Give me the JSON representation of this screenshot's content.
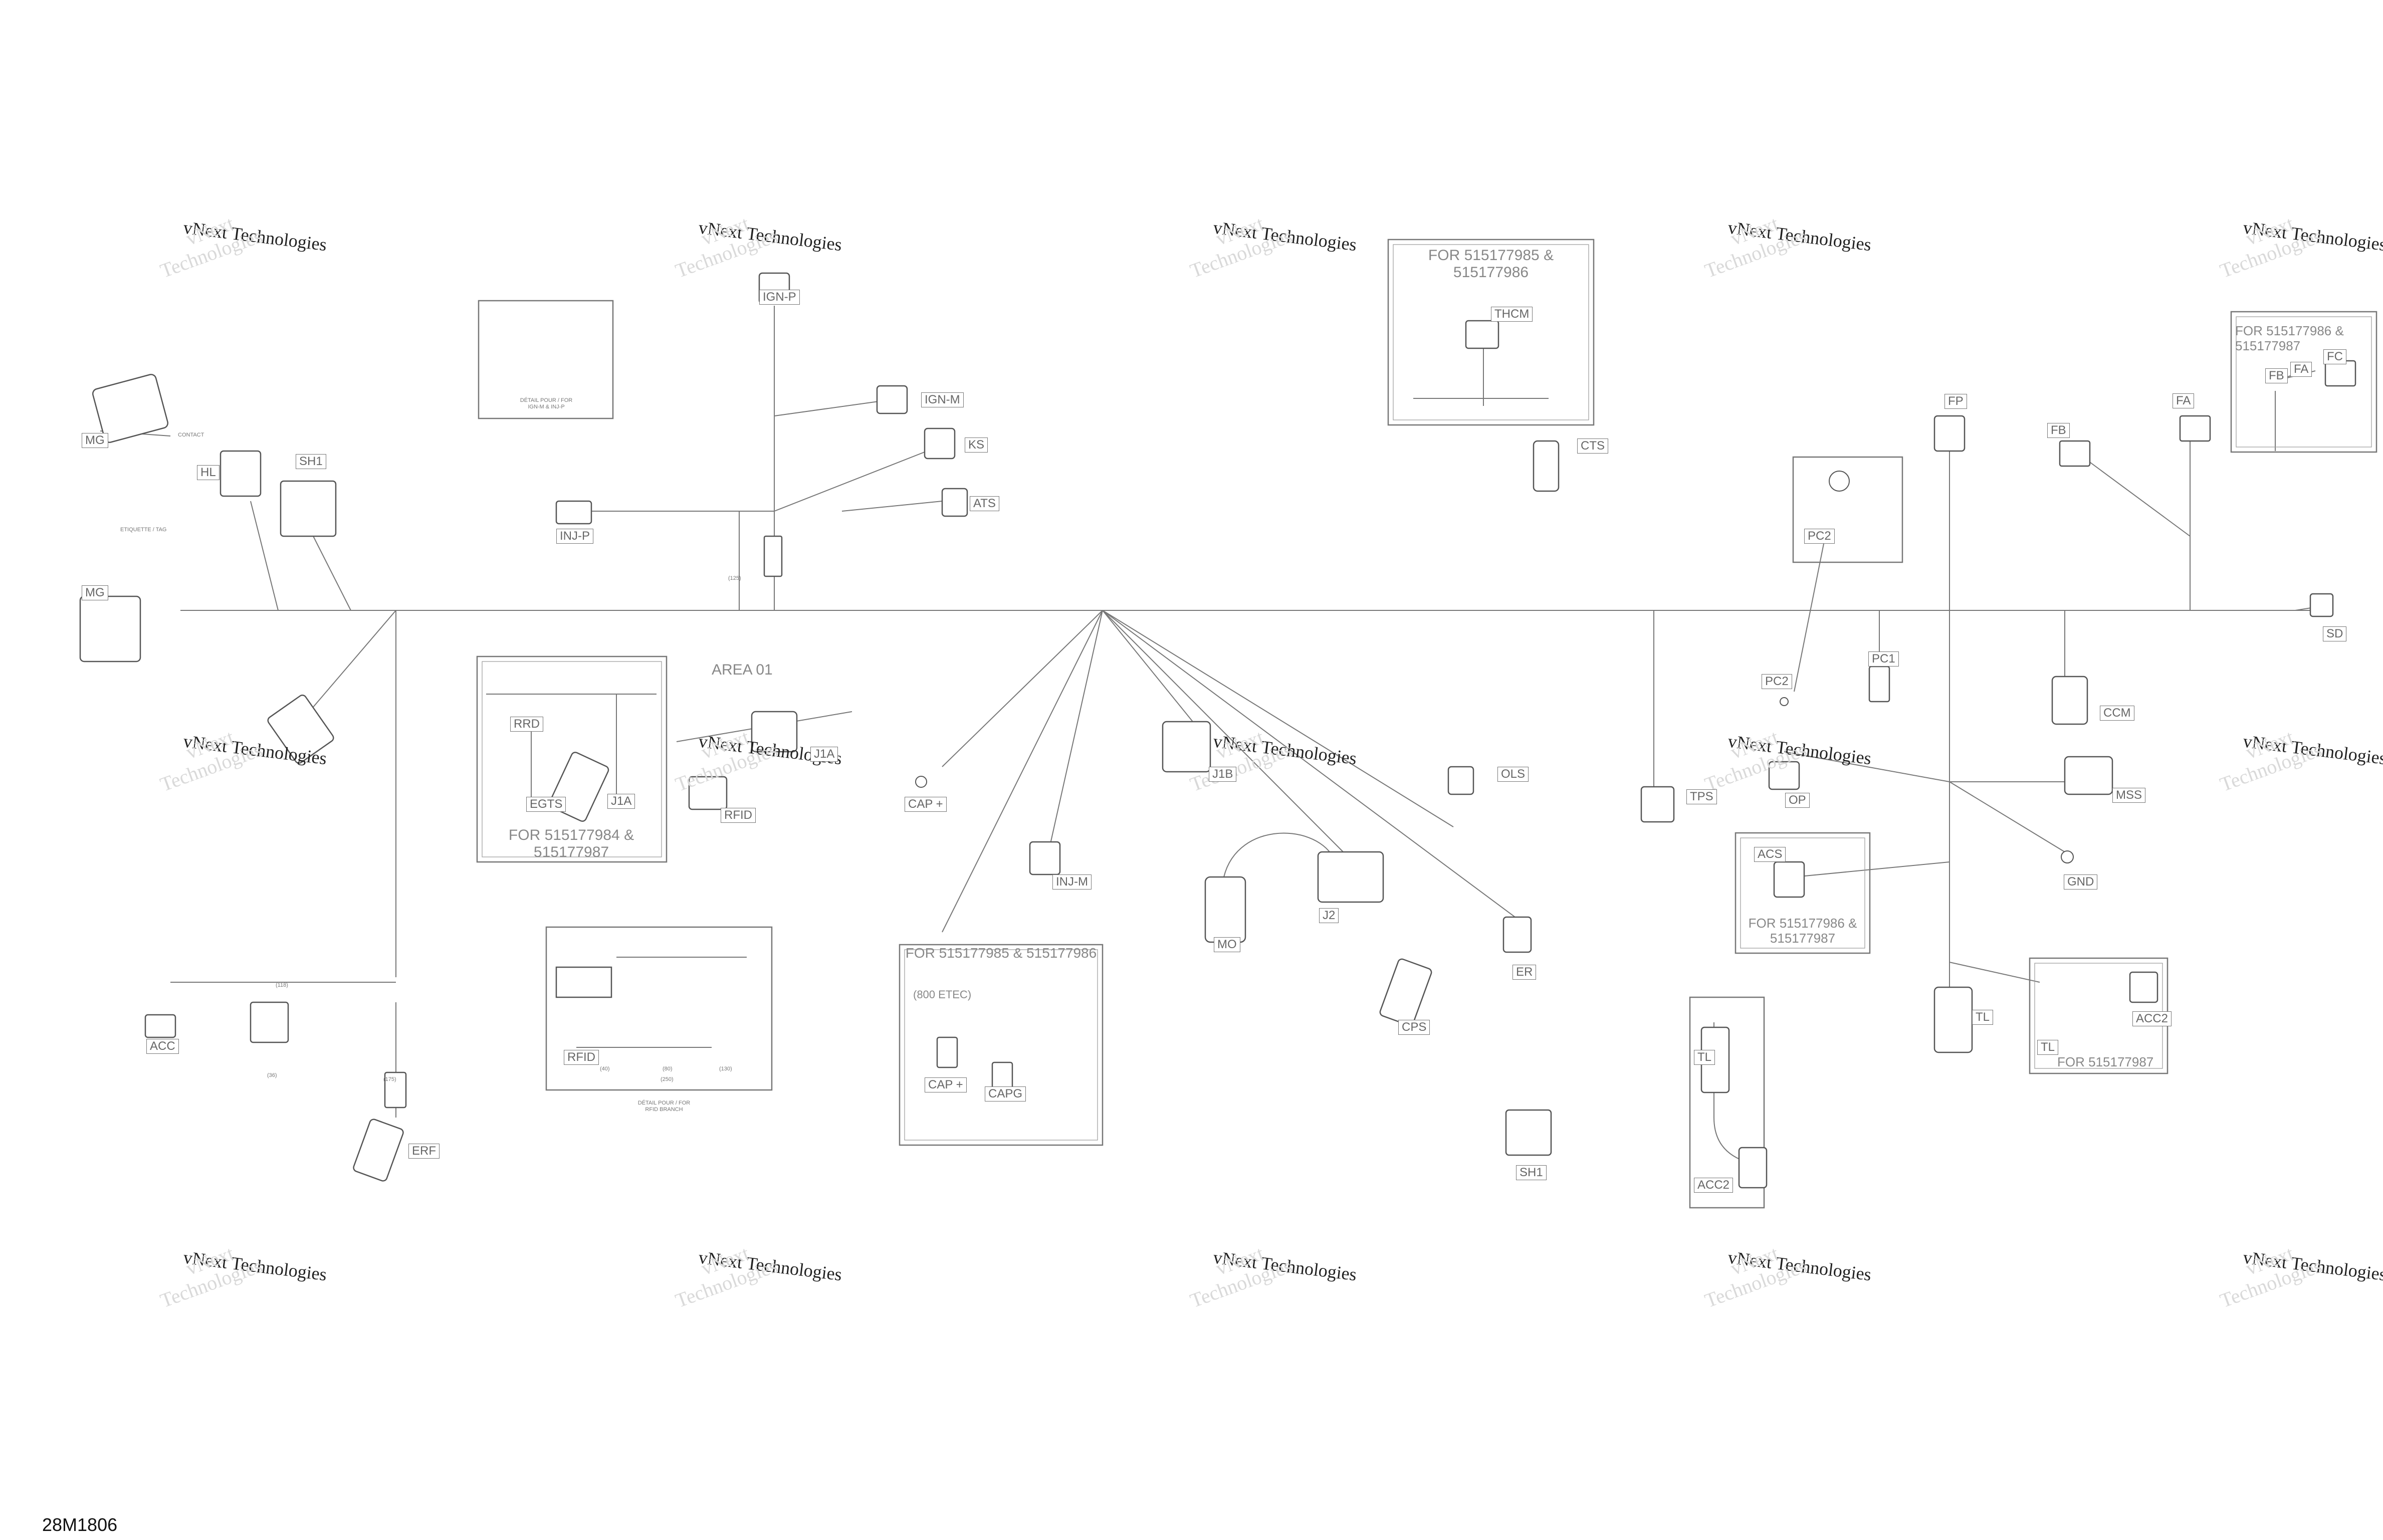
{
  "drawing_id": "28M1806",
  "watermark": {
    "line1": "vNext Technologies",
    "line2a": "vNext",
    "line2b": "Technologies"
  },
  "connectors": {
    "mg_top": "MG",
    "hl": "HL",
    "sh1_left": "SH1",
    "mg_main": "MG",
    "ign_p": "IGN-P",
    "ign_m": "IGN-M",
    "ks": "KS",
    "ats": "ATS",
    "inj_p": "INJ-P",
    "thcm": "THCM",
    "cts": "CTS",
    "fp": "FP",
    "fb_main": "FB",
    "fa_main": "FA",
    "fb_inset": "FB",
    "fa_inset": "FA",
    "fc_inset": "FC",
    "pc2": "PC2",
    "sd": "SD",
    "rrd": "RRD",
    "egts": "EGTS",
    "j1a_inset": "J1A",
    "j1a": "J1A",
    "rfid": "RFID",
    "cap_plus": "CAP +",
    "inj_m": "INJ-M",
    "j1b": "J1B",
    "j2": "J2",
    "mo": "MO",
    "ols": "OLS",
    "er": "ER",
    "cps": "CPS",
    "pc2_lower": "PC2",
    "pc1": "PC1",
    "tps": "TPS",
    "op": "OP",
    "ccm": "CCM",
    "mss": "MSS",
    "gnd": "GND",
    "acs": "ACS",
    "tl": "TL",
    "tl_inset": "TL",
    "acc2": "ACC2",
    "acc": "ACC",
    "erf": "ERF",
    "rfid_detail": "RFID",
    "cap_plus_inset": "CAP +",
    "capg": "CAPG",
    "sh1_bottom": "SH1",
    "tl_right": "TL",
    "acc2_right": "ACC2"
  },
  "notes": {
    "thcm_box": "FOR 515177985 &\n515177986",
    "fb_box": "FOR 515177986 &\n515177987",
    "area01": "AREA 01",
    "egts_box": "FOR 515177984 &\n515177987",
    "cap_box": "FOR 515177985 & 515177986",
    "cap_box_sub": "(800 ETEC)",
    "acs_box": "FOR 515177986 &\n515177987",
    "tl_box": "FOR 515177987",
    "etiquette": "ETIQUETTE / TAG",
    "detail_ign": "DÉTAIL POUR / FOR\nIGN-M & INJ-P",
    "detail_rfid": "DÉTAIL POUR / FOR\nRFID BRANCH",
    "dim_125": "(125)",
    "dim_40": "(40)",
    "dim_80": "(80)",
    "dim_130": "(130)",
    "dim_250": "(250)",
    "dim_118": "(118)",
    "dim_175": "(175)",
    "dim_36": "(36)",
    "contact": "CONTACT"
  }
}
